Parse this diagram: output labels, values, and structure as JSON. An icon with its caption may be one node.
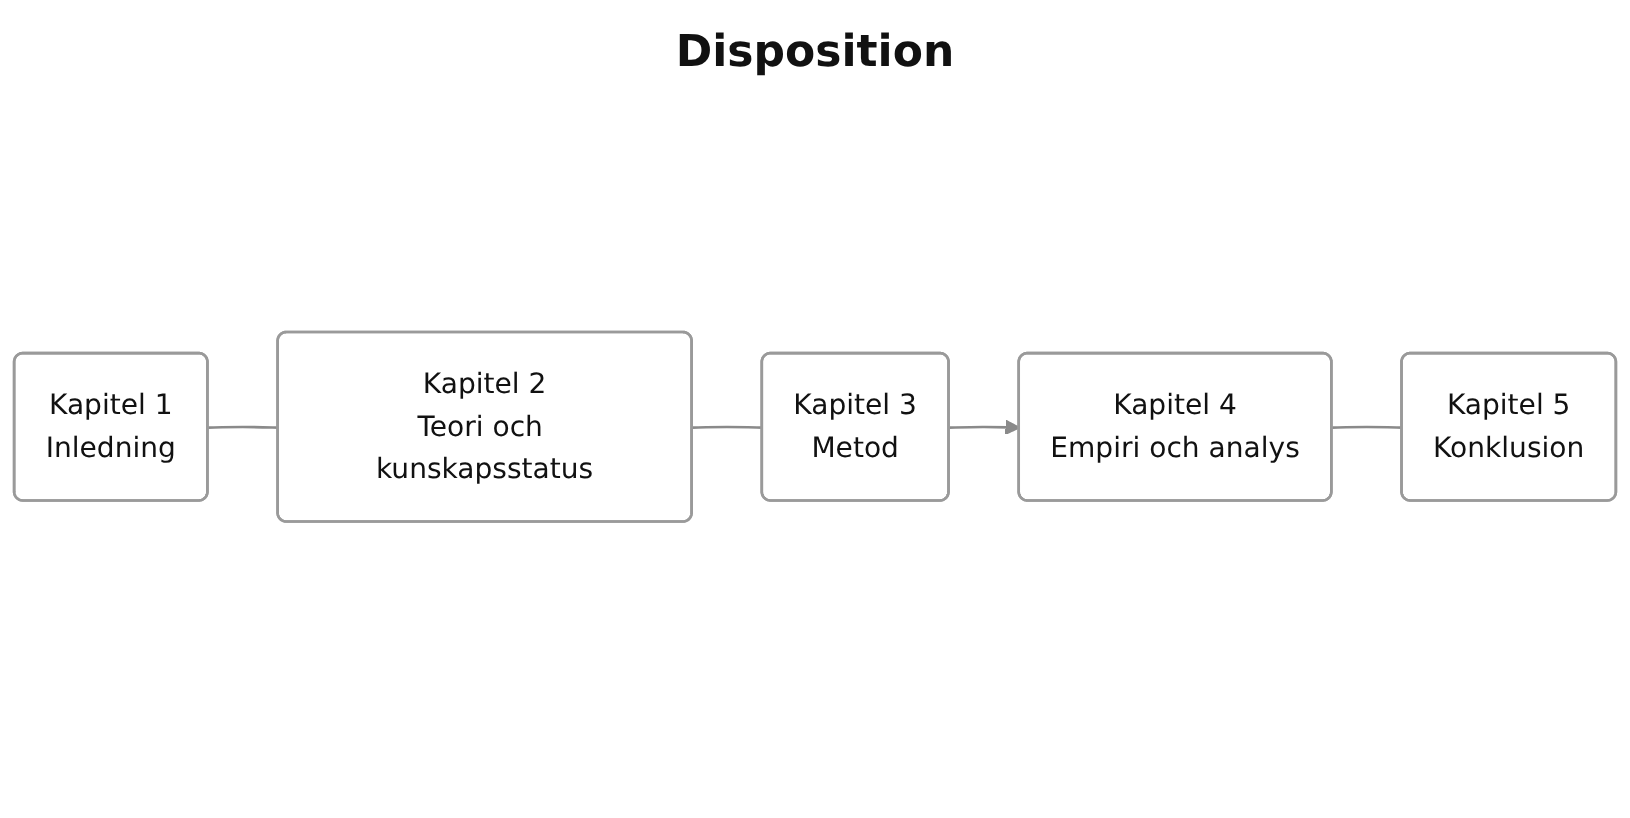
{
  "diagram": {
    "title": "Disposition",
    "nodes": [
      {
        "text": [
          "Kapitel 1",
          "Inledning"
        ]
      },
      {
        "text": [
          "Kapitel 2",
          "Teori och kunskapsstatus"
        ]
      },
      {
        "text": [
          "Kapitel 3",
          "Metod"
        ]
      },
      {
        "text": [
          "Kapitel 4",
          "Empiri och analys"
        ]
      },
      {
        "text": [
          "Kapitel 5",
          "Konklusion"
        ]
      }
    ],
    "edges": [
      {
        "from": 0,
        "to": 1,
        "arrow": "none"
      },
      {
        "from": 1,
        "to": 2,
        "arrow": "none"
      },
      {
        "from": 2,
        "to": 3,
        "arrow": "to"
      },
      {
        "from": 3,
        "to": 4,
        "arrow": "none"
      }
    ]
  }
}
